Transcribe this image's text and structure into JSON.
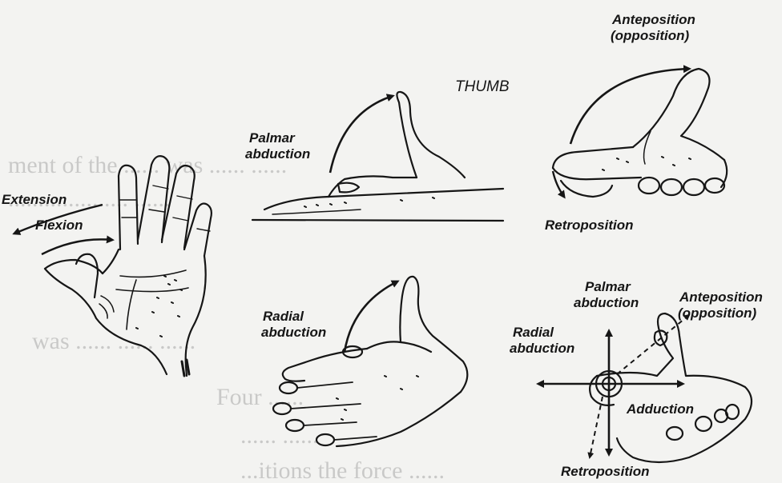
{
  "title": "THUMB",
  "labels": {
    "extension": "Extension",
    "flexion": "Flexion",
    "palmar_abduction_1": "Palmar",
    "palmar_abduction_2": "abduction",
    "radial_abduction_1": "Radial",
    "radial_abduction_2": "abduction",
    "anteposition_top_1": "Anteposition",
    "anteposition_top_2": "(opposition)",
    "retroposition_top": "Retroposition",
    "diagram_palmar_1": "Palmar",
    "diagram_palmar_2": "abduction",
    "diagram_anteposition_1": "Anteposition",
    "diagram_anteposition_2": "(opposition)",
    "diagram_radial_1": "Radial",
    "diagram_radial_2": "abduction",
    "diagram_adduction": "Adduction",
    "diagram_retroposition": "Retroposition"
  },
  "colors": {
    "ink": "#161616",
    "paper": "#f3f3f1"
  }
}
